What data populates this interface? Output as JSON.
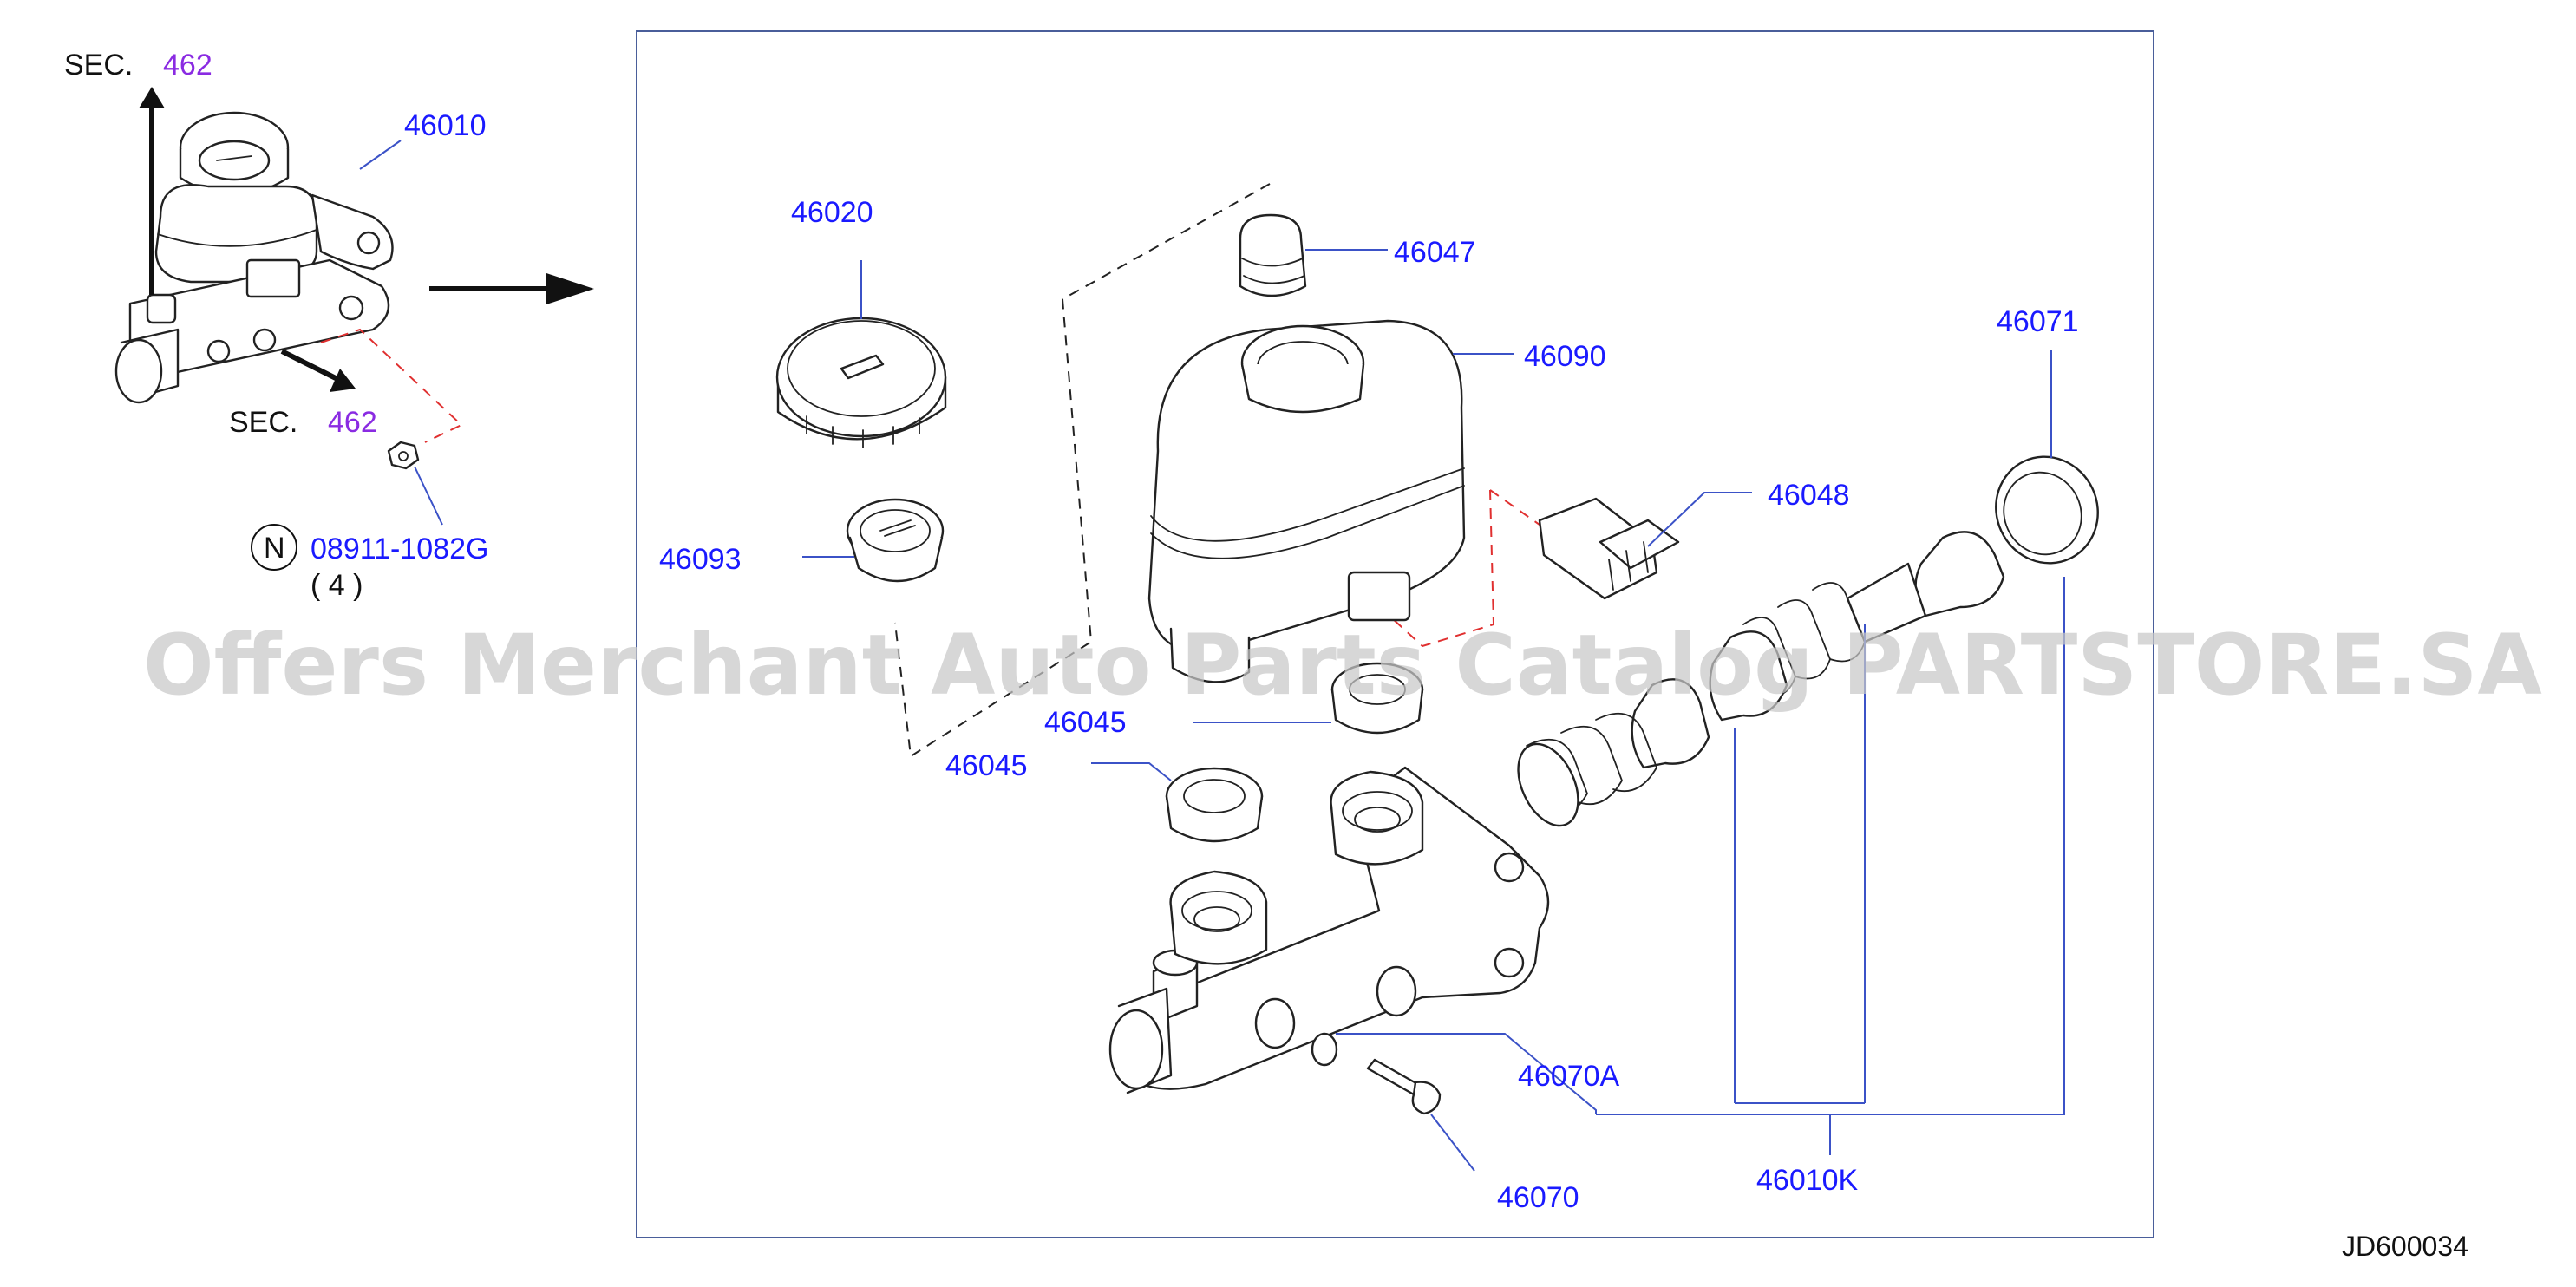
{
  "colors": {
    "part_number": "#1a1aff",
    "section_number": "#8a2be2",
    "leader_line": "#3b52c7",
    "linework": "#222222",
    "hidden_line": "#e03030",
    "watermark": "#c8c8c8",
    "frame": "#4a5e9a"
  },
  "watermark": "Offers Merchant Auto Parts Catalog PARTSTORE.SA",
  "overview": {
    "part_label": "46010",
    "sec_top": {
      "prefix": "SEC.",
      "number": "462"
    },
    "sec_bottom": {
      "prefix": "SEC.",
      "number": "462"
    },
    "nut_marker": "N",
    "nut_part": "08911-1082G",
    "nut_qty": "( 4   )"
  },
  "callouts": {
    "cap": "46020",
    "strainer": "46093",
    "reservoir_plug": "46047",
    "reservoir": "46090",
    "switch": "46048",
    "cup": "46071",
    "grommet_upper": "46045",
    "grommet_lower": "46045",
    "o_ring": "46070A",
    "stopper_bolt": "46070",
    "piston_kit": "46010K"
  },
  "icons": [
    "arrow-up-icon",
    "arrow-right-icon",
    "arrow-down-right-icon"
  ],
  "diagram_code": "JD600034"
}
